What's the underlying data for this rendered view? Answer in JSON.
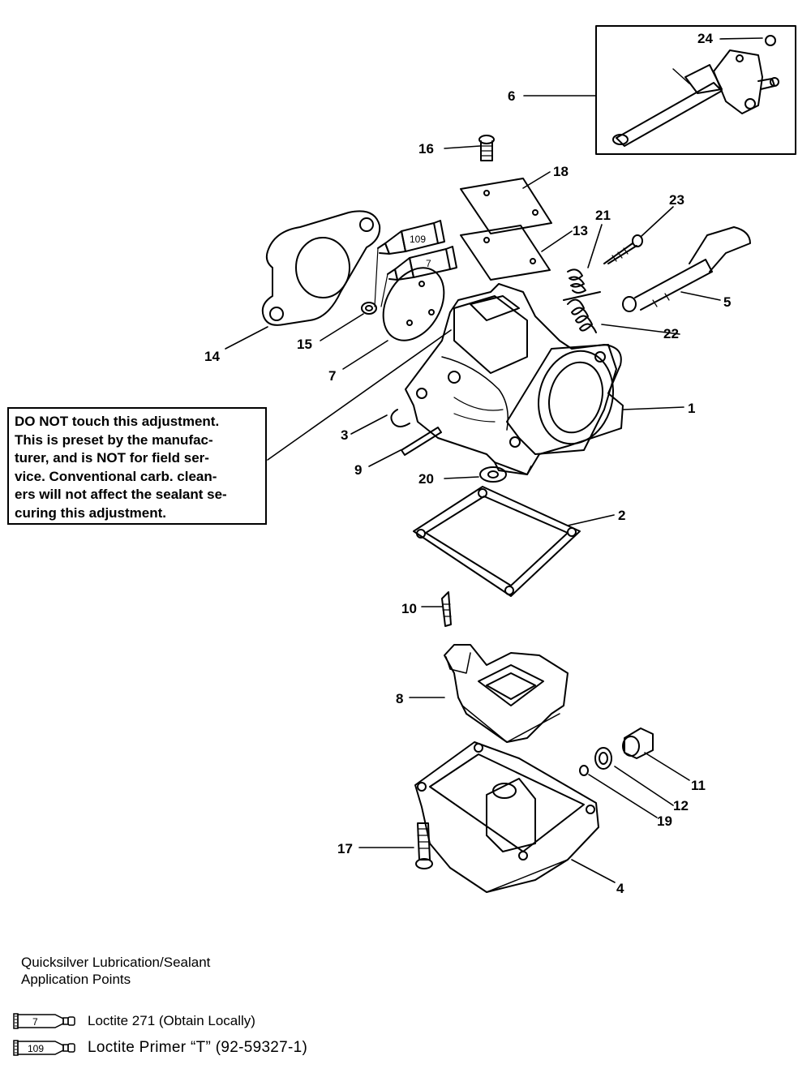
{
  "callouts": [
    "24",
    "6",
    "16",
    "18",
    "23",
    "21",
    "13",
    "5",
    "14",
    "15",
    "22",
    "7",
    "1",
    "3",
    "9",
    "20",
    "2",
    "10",
    "8",
    "11",
    "12",
    "19",
    "17",
    "4"
  ],
  "tube_labels": [
    "109",
    "7"
  ],
  "warning": {
    "lines": [
      "DO NOT touch this adjustment.",
      "This is preset by the manufac-",
      "turer, and is NOT for field ser-",
      "vice. Conventional carb. clean-",
      "ers will not affect the sealant se-",
      "curing this adjustment."
    ]
  },
  "legend": {
    "title_lines": [
      "Quicksilver Lubrication/Sealant",
      "Application Points"
    ],
    "items": [
      {
        "tube": "7",
        "text": "Loctite 271 (Obtain Locally)"
      },
      {
        "tube": "109",
        "text": "Loctite  Primer “T” (92-59327-1)"
      }
    ]
  }
}
